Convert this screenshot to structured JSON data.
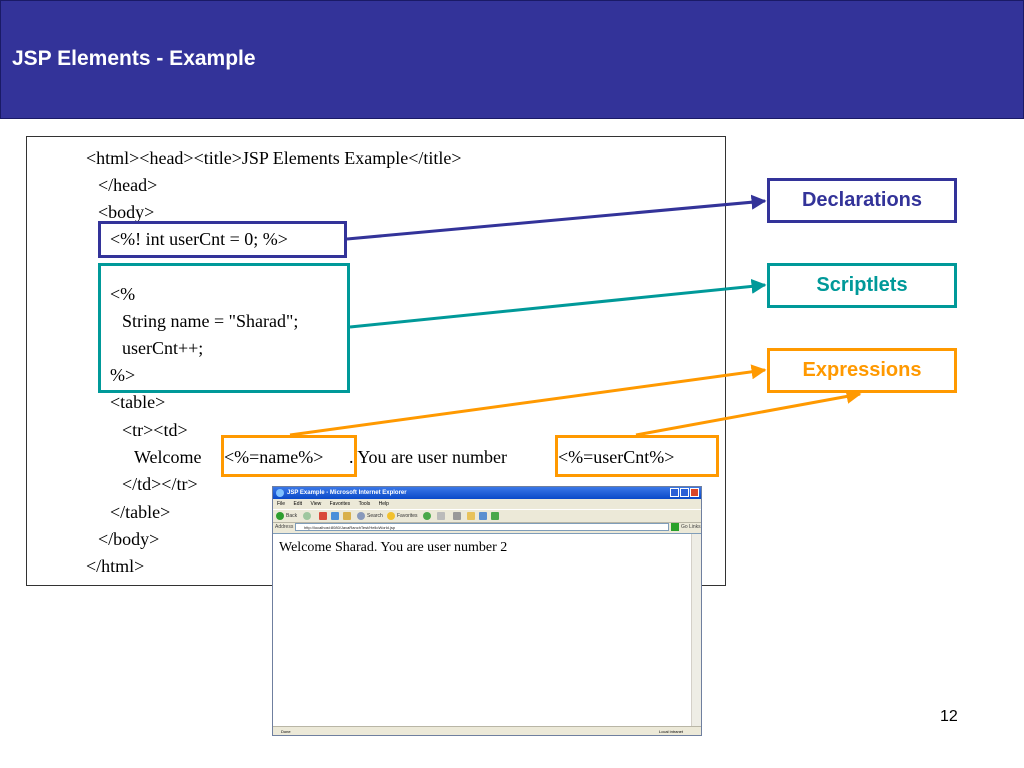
{
  "slide": {
    "title": "JSP Elements - Example",
    "page_number": "12"
  },
  "code": {
    "lines": [
      "<html><head><title>JSP Elements Example</title>",
      "</head>",
      "<body>",
      "<%! int userCnt = 0; %>",
      "<%",
      "String name = \"Sharad\";",
      "userCnt++;",
      "%>",
      "<table>",
      "<tr><td>",
      "Welcome ",
      "<%=name%>",
      ". You are user number ",
      "<%=userCnt%>",
      "</td></tr>",
      "</table>",
      "</body>",
      "</html>"
    ]
  },
  "labels": {
    "declarations": "Declarations",
    "scriptlets": "Scriptlets",
    "expressions": "Expressions"
  },
  "colors": {
    "header_bg": "#333399",
    "declarations": "#333399",
    "scriptlets": "#009999",
    "expressions": "#ff9900"
  },
  "browser": {
    "title": "JSP Example - Microsoft Internet Explorer",
    "menu": [
      "File",
      "Edit",
      "View",
      "Favorites",
      "Tools",
      "Help"
    ],
    "back_label": "Back",
    "search_label": "Search",
    "favorites_label": "Favorites",
    "address_label": "Address",
    "address_url": "http://localhost:8080/JavaRanchTest/HelloWorld.jsp",
    "go_label": "Go",
    "links_label": "Links",
    "content": "Welcome Sharad. You are user number 2",
    "status_left": "Done",
    "status_right": "Local intranet"
  }
}
